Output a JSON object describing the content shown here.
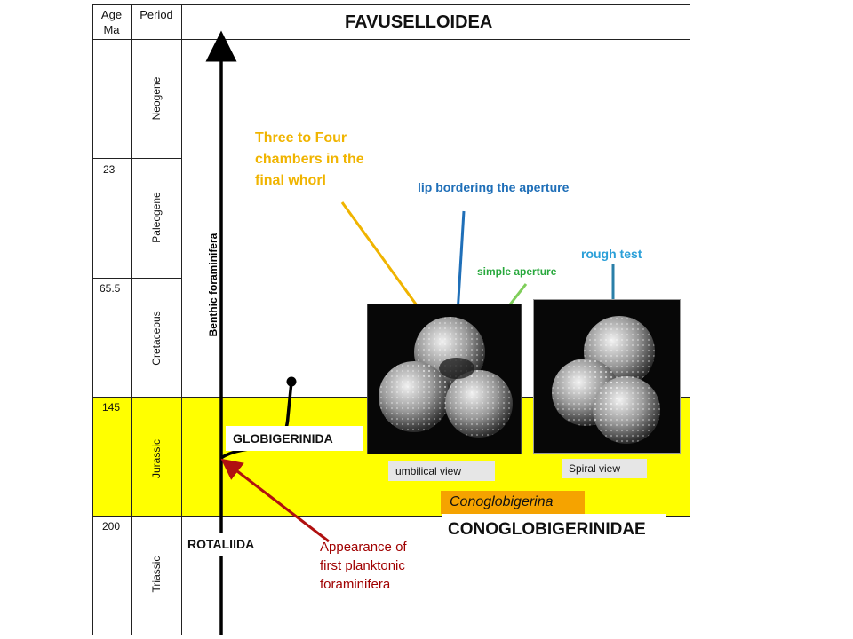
{
  "header": {
    "age_label": "Age\nMa",
    "period_label": "Period",
    "title": "FAVUSELLOIDEA"
  },
  "ages": [
    "23",
    "65.5",
    "145",
    "200"
  ],
  "periods": [
    "Neogene",
    "Paleogene",
    "Cretaceous",
    "Jurassic",
    "Triassic"
  ],
  "lineage": {
    "benthic_label": "Benthic  foraminifera",
    "globigerinida_label": "GLOBIGERINIDA",
    "rotaliida_label": "ROTALIIDA",
    "appearance_note": "Appearance of\nfirst planktonic\nforaminifera"
  },
  "annotations": {
    "chambers": "Three to Four\nchambers in the\nfinal whorl",
    "lip": "lip bordering the aperture",
    "simple_aperture": "simple aperture",
    "rough_test": "rough test"
  },
  "photos": {
    "umbilical_caption": "umbilical view",
    "spiral_caption": "Spiral view"
  },
  "taxa": {
    "genus": "Conoglobigerina",
    "family": "CONOGLOBIGERINIDAE"
  },
  "colors": {
    "jurassic_highlight": "#ffff00",
    "chambers_text": "#f0b400",
    "lip_text": "#1f6fb8",
    "aperture_text": "#28a83c",
    "rough_text": "#2a9fd8",
    "appearance_text": "#a00000",
    "genus_box": "#f5a300"
  }
}
